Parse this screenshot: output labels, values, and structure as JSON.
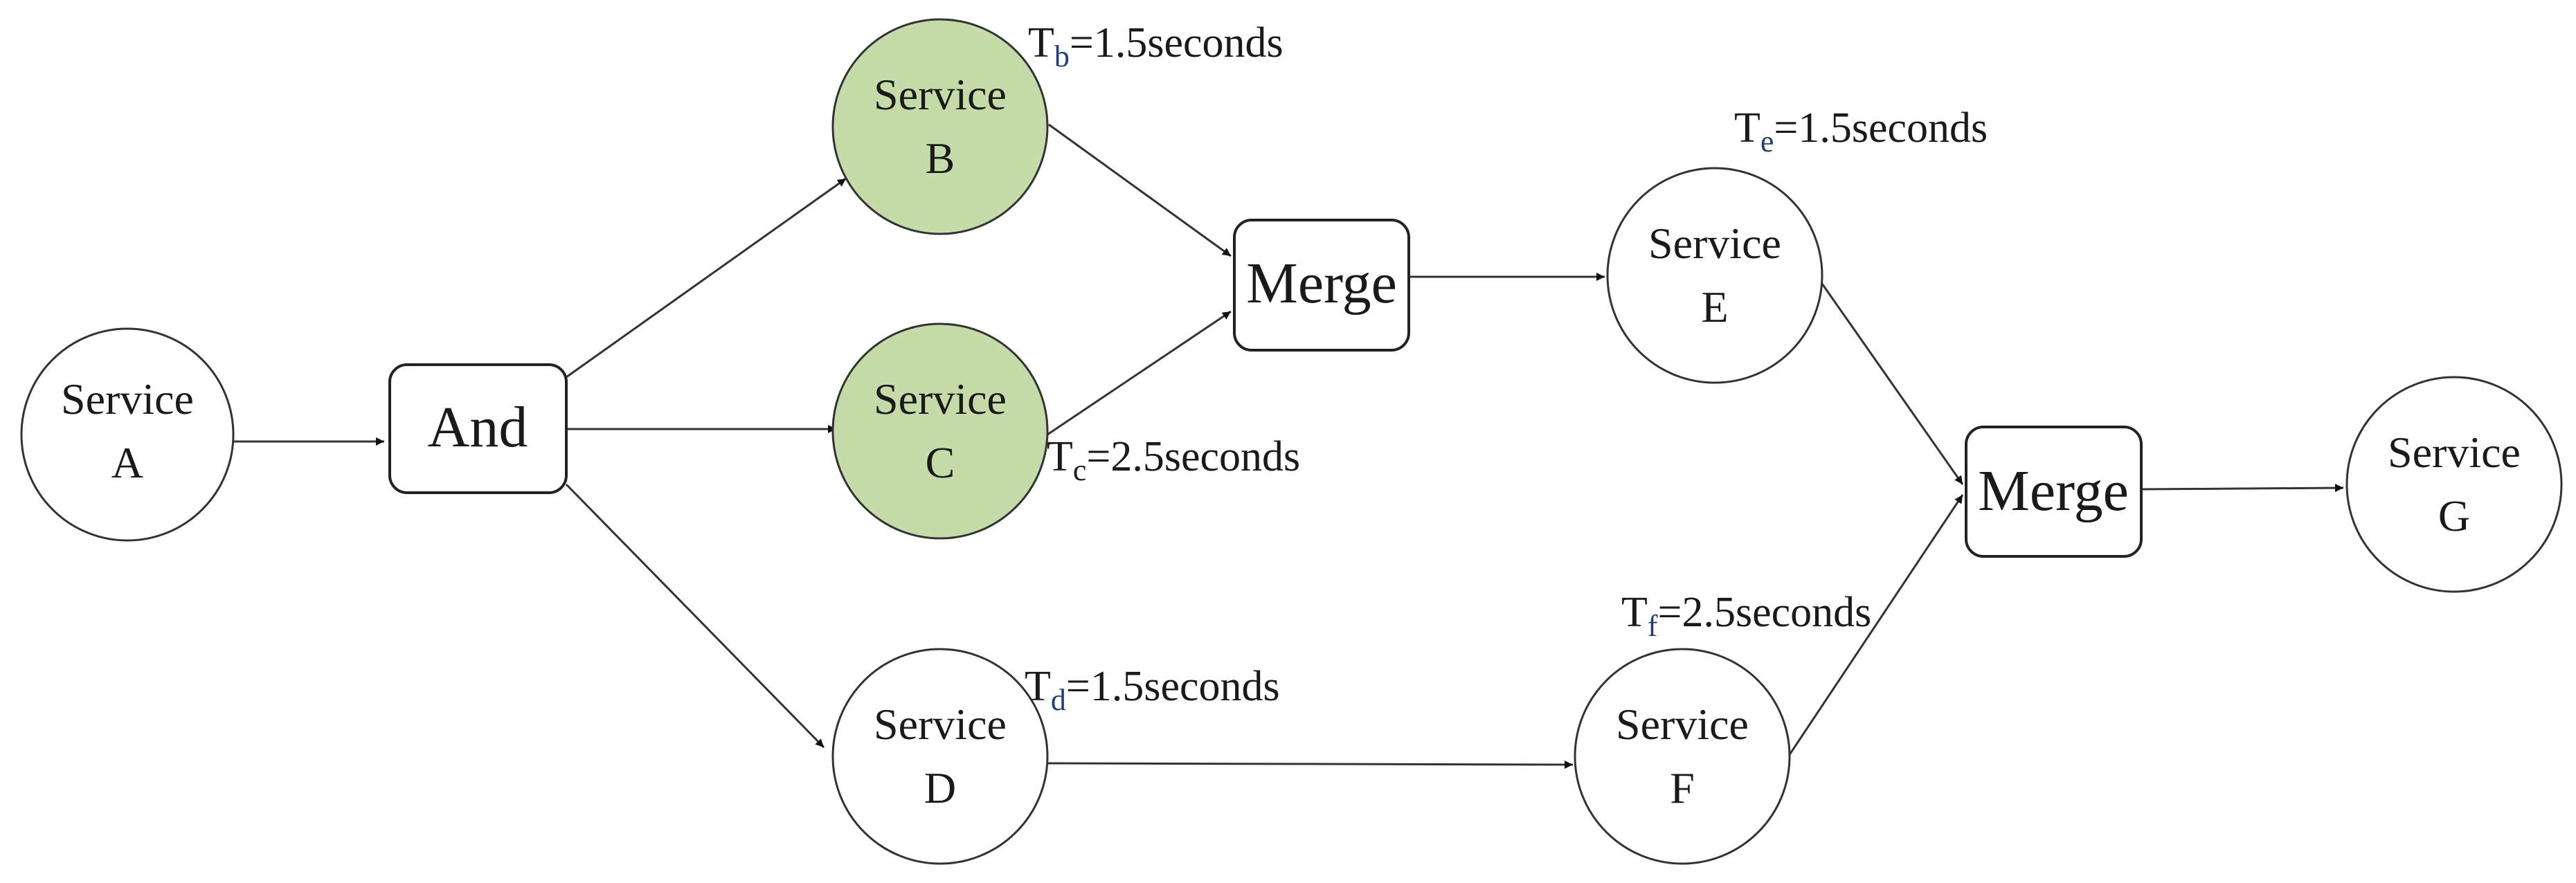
{
  "colors": {
    "highlight_fill": "#c5dca8",
    "stroke": "#333333",
    "text": "#1a1a1a",
    "subscript_blue": "#1f3f7a"
  },
  "nodes": {
    "service_a": {
      "line1": "Service",
      "line2": "A"
    },
    "service_b": {
      "line1": "Service",
      "line2": "B",
      "highlighted": true
    },
    "service_c": {
      "line1": "Service",
      "line2": "C",
      "highlighted": true
    },
    "service_d": {
      "line1": "Service",
      "line2": "D"
    },
    "service_e": {
      "line1": "Service",
      "line2": "E"
    },
    "service_f": {
      "line1": "Service",
      "line2": "F"
    },
    "service_g": {
      "line1": "Service",
      "line2": "G"
    },
    "and_gate": {
      "label": "And"
    },
    "merge_1": {
      "label": "Merge"
    },
    "merge_2": {
      "label": "Merge"
    }
  },
  "timings": {
    "b": {
      "T": "T",
      "sub": "b",
      "value": "=1.5seconds"
    },
    "c": {
      "T": "T",
      "sub": "c",
      "value": "=2.5seconds"
    },
    "d": {
      "T": "T",
      "sub": "d",
      "value": "=1.5seconds"
    },
    "e": {
      "T": "T",
      "sub": "e",
      "value": "=1.5seconds"
    },
    "f": {
      "T": "T",
      "sub": "f",
      "value": "=2.5seconds"
    }
  }
}
